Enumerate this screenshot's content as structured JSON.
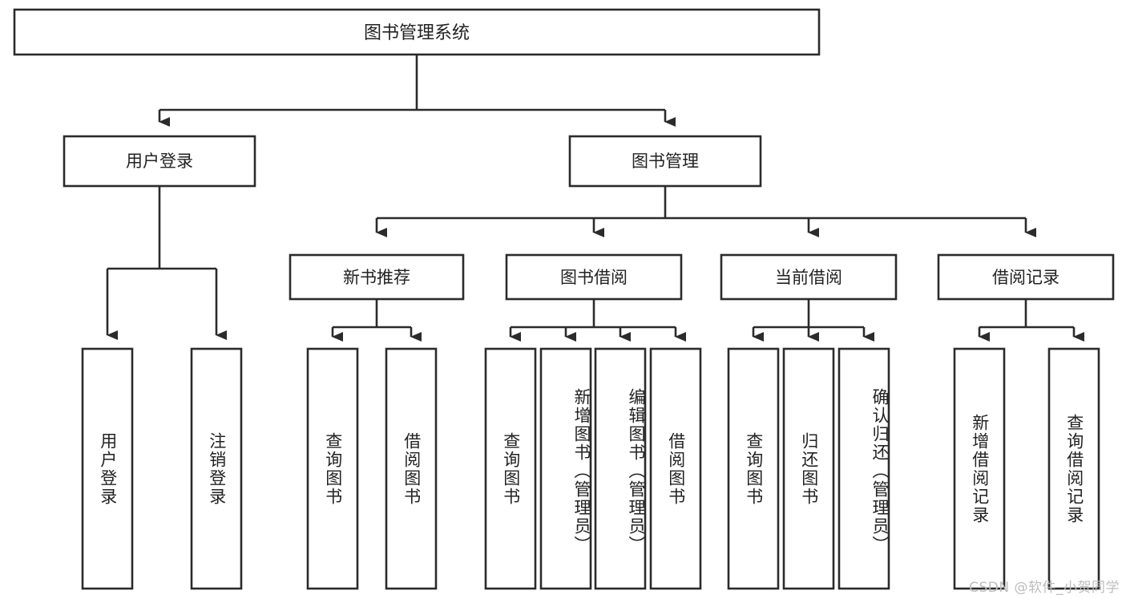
{
  "diagram": {
    "title": "图书管理系统",
    "type": "tree-hierarchy",
    "colors": {
      "box_stroke": "#2b2b2b",
      "box_fill": "#ffffff",
      "connector": "#2b2b2b",
      "text": "#222222",
      "background": "#ffffff",
      "watermark": "#bdbdbd"
    },
    "root": {
      "label": "图书管理系统"
    },
    "level2": [
      {
        "label": "用户登录"
      },
      {
        "label": "图书管理"
      }
    ],
    "level3": [
      {
        "label": "新书推荐"
      },
      {
        "label": "图书借阅"
      },
      {
        "label": "当前借阅"
      },
      {
        "label": "借阅记录"
      }
    ],
    "leaves": {
      "user_login": [
        {
          "label": "用户登录"
        },
        {
          "label": "注销登录"
        }
      ],
      "new_book_recommend": [
        {
          "label": "查询图书"
        },
        {
          "label": "借阅图书"
        }
      ],
      "book_borrow": [
        {
          "label": "查询图书"
        },
        {
          "label": "新增图书（管理员）"
        },
        {
          "label": "编辑图书（管理员）"
        },
        {
          "label": "借阅图书"
        }
      ],
      "current_borrow": [
        {
          "label": "查询图书"
        },
        {
          "label": "归还图书"
        },
        {
          "label": "确认归还（管理员）"
        }
      ],
      "borrow_record": [
        {
          "label": "新增借阅记录"
        },
        {
          "label": "查询借阅记录"
        }
      ]
    },
    "watermark": "CSDN @软件_小贺同学"
  }
}
